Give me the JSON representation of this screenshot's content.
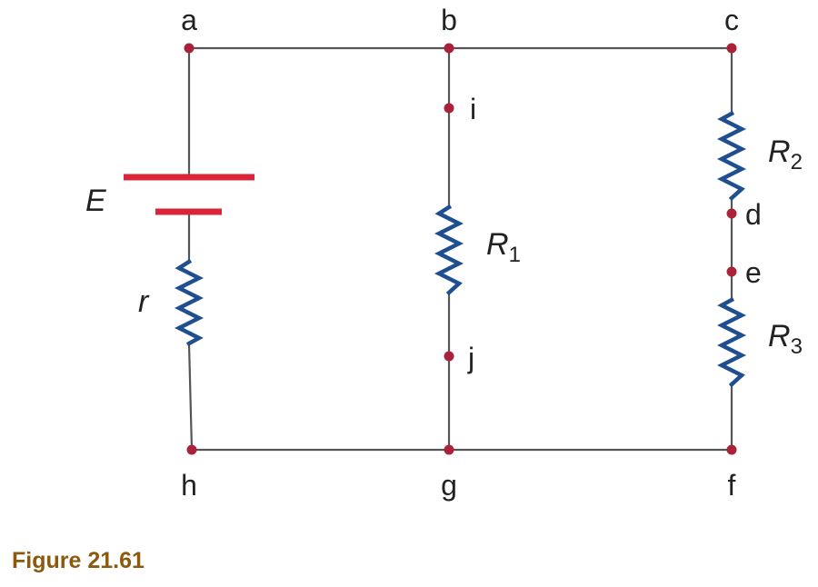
{
  "figure": {
    "caption": "Figure 21.61"
  },
  "nodes": {
    "a": "a",
    "b": "b",
    "c": "c",
    "d": "d",
    "e": "e",
    "f": "f",
    "g": "g",
    "h": "h",
    "i": "i",
    "j": "j"
  },
  "components": {
    "emf_label": "E",
    "internal_resistance_label": "r",
    "r1_main": "R",
    "r1_sub": "1",
    "r2_main": "R",
    "r2_sub": "2",
    "r3_main": "R",
    "r3_sub": "3"
  },
  "colors": {
    "wire": "#555555",
    "node": "#a8233a",
    "resistor": "#1f4f8f",
    "battery": "#d9253a",
    "caption": "#8b5a0d"
  }
}
